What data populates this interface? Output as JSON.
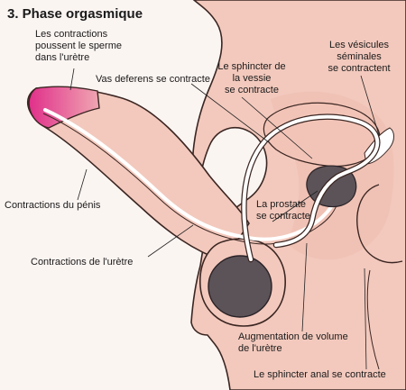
{
  "title": "3. Phase orgasmique",
  "labels": {
    "contractions_sperme": [
      "Les contractions",
      "poussent le sperme",
      "dans l'urètre"
    ],
    "vas_deferens": "Vas deferens se contracte",
    "sphincter_vessie": [
      "Le sphincter de",
      "la vessie",
      "se contracte"
    ],
    "vesicules": [
      "Les vésicules",
      "séminales",
      "se contractent"
    ],
    "contractions_penis": "Contractions du pénis",
    "prostate": [
      "La prostate",
      "se contracte"
    ],
    "contractions_uretre": "Contractions de l'urètre",
    "augmentation": [
      "Augmentation de volume",
      "de l'urètre"
    ],
    "sphincter_anal": "Le sphincter anal se contracte"
  },
  "colors": {
    "skin": "#f3c9bd",
    "skin_dark": "#e6a896",
    "outline": "#3b2622",
    "tip": "#e0308a",
    "organ": "#5b5358",
    "duct": "#ffffff",
    "leader": "#222222"
  }
}
